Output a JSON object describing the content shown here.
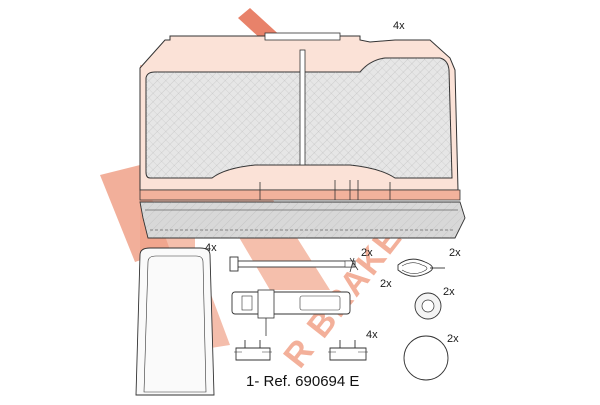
{
  "colors": {
    "brand": "#e8826a",
    "brand_light": "#f6c3b0",
    "line": "#333333",
    "pad_face": "#f5f5f5",
    "backplate": "#f2b29c",
    "shadow": "#a9a9a9"
  },
  "watermark": {
    "logo_letter": "R",
    "wordmark": "R BRAKE"
  },
  "quantities": {
    "pad_set": "4x",
    "shim": "4x",
    "pin": "2x",
    "spring_clip": "2x",
    "wire": "2x",
    "bushing": "2x",
    "bracket": "4x",
    "cap": "2x"
  },
  "reference": {
    "text": "1- Ref. 690694 E"
  }
}
